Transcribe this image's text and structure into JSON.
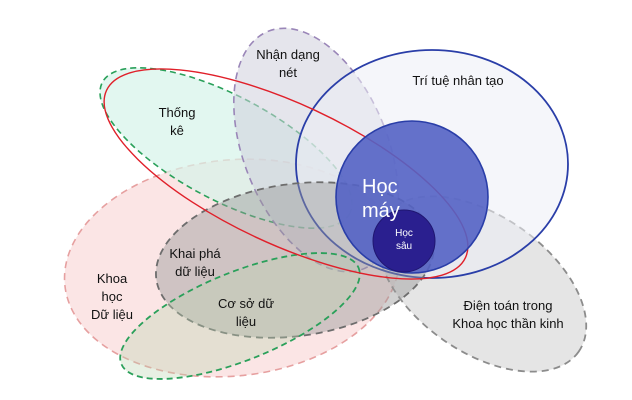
{
  "labels": {
    "pattern_recognition": [
      "Nhận dạng",
      "nét"
    ],
    "ai": "Trí tuệ nhân tạo",
    "statistics": [
      "Thống",
      "kê"
    ],
    "machine_learning": [
      "Học",
      "máy"
    ],
    "deep_learning": [
      "Học",
      "sâu"
    ],
    "data_mining": [
      "Khai phá",
      "dữ liệu"
    ],
    "data_science": [
      "Khoa",
      "học",
      "Dữ liệu"
    ],
    "databases": [
      "Cơ sở dữ",
      "liệu"
    ],
    "neurocomputing": [
      "Điện toán trong",
      "Khoa học thần kinh"
    ]
  },
  "colors": {
    "ai_stroke": "#2a3ea8",
    "ai_fill": "#eceef5",
    "ml_fill": "#5463c4",
    "dl_fill": "#2a1f8f",
    "stats_fill": "#d6f3ea",
    "stats_dash": "#2aa05a",
    "red_ring": "#e0202a",
    "pattern_dash": "#9a86b8",
    "datasci_fill": "#f9dcdc",
    "datasci_dash": "#e6a0a0",
    "mining_dash": "#6d6d6d",
    "db_dash": "#2aa05a",
    "neuro_dash": "#8c8c8c"
  }
}
